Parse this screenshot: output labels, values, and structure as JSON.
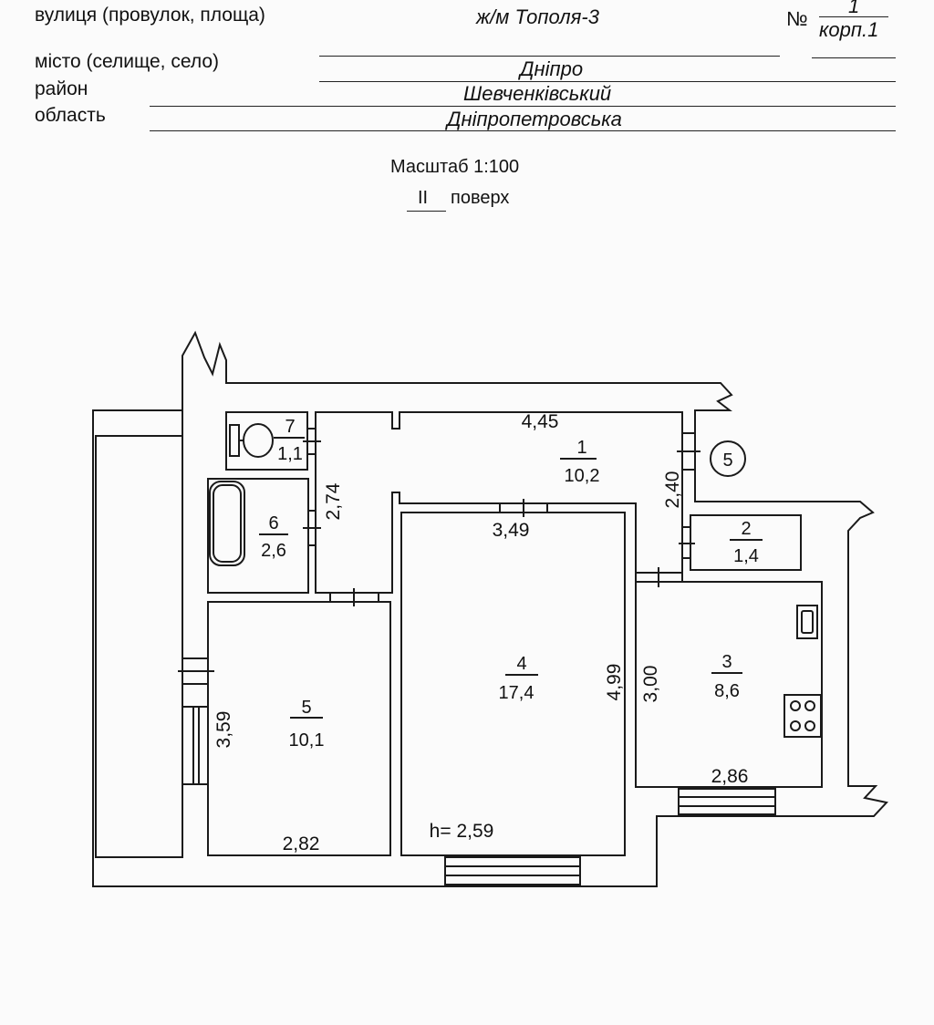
{
  "header": {
    "street_label": "вулиця (провулок, площа)",
    "street_value": "ж/м Тополя-3",
    "number_label": "№",
    "number_value": "1",
    "building_value": "корп.1",
    "city_label": "місто  (селище, село)",
    "city_value": "Дніпро",
    "district_label": "район",
    "district_value": "Шевченківський",
    "region_label": "область",
    "region_value": "Дніпропетровська"
  },
  "scale": {
    "label": "Масштаб 1:100",
    "floor_number": "II",
    "floor_label": "поверх"
  },
  "rooms": [
    {
      "number": "1",
      "area": "10,2"
    },
    {
      "number": "2",
      "area": "1,4"
    },
    {
      "number": "3",
      "area": "8,6"
    },
    {
      "number": "4",
      "area": "17,4"
    },
    {
      "number": "5",
      "area": "10,1"
    },
    {
      "number": "6",
      "area": "2,6"
    },
    {
      "number": "7",
      "area": "1,1"
    }
  ],
  "dimensions": {
    "corridor_length": "4,45",
    "corridor_width": "2,40",
    "bath_block_height": "2,74",
    "room4_width": "3,49",
    "room4_depth": "4,99",
    "kitchen_depth": "3,00",
    "kitchen_width": "2,86",
    "room5_depth": "3,59",
    "room5_width": "2,82"
  },
  "ceiling_height": "h= 2,59",
  "apartment_marker": "5"
}
